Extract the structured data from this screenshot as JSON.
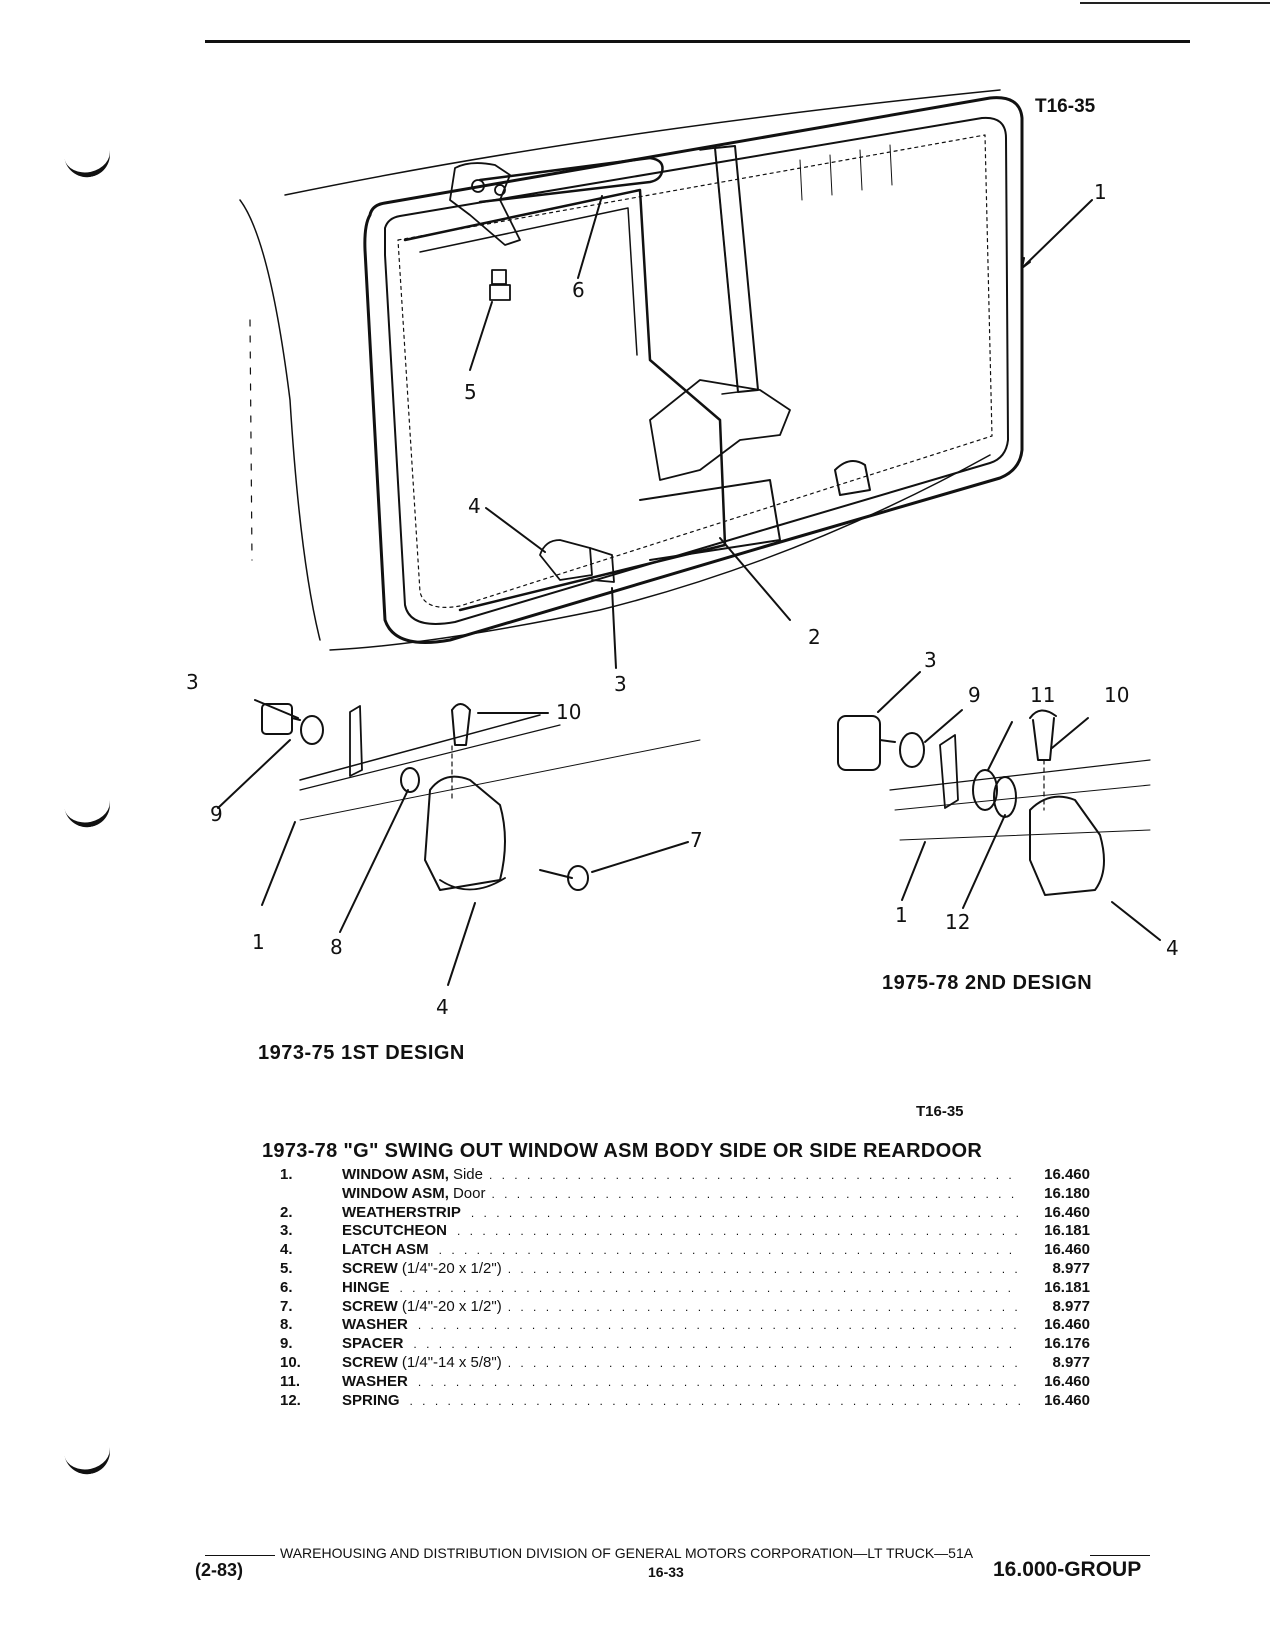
{
  "figure": {
    "ref_top": "T16-35",
    "callouts_main": [
      "1",
      "2",
      "3",
      "4",
      "5",
      "6"
    ],
    "callouts_first": [
      "1",
      "3",
      "4",
      "7",
      "8",
      "9",
      "10"
    ],
    "callouts_second": [
      "1",
      "3",
      "4",
      "9",
      "10",
      "11",
      "12"
    ],
    "design_first_label": "1973-75 1ST DESIGN",
    "design_second_label": "1975-78 2ND DESIGN"
  },
  "parts": {
    "ref": "T16-35",
    "title": "1973-78 \"G\" SWING OUT WINDOW ASM BODY SIDE OR SIDE REARDOOR",
    "items": [
      {
        "num": "1.",
        "name": "WINDOW ASM,",
        "detail": "Side",
        "group": "16.460"
      },
      {
        "num": "",
        "name": "WINDOW ASM,",
        "detail": "Door",
        "group": "16.180"
      },
      {
        "num": "2.",
        "name": "WEATHERSTRIP",
        "detail": "",
        "group": "16.460"
      },
      {
        "num": "3.",
        "name": "ESCUTCHEON",
        "detail": "",
        "group": "16.181"
      },
      {
        "num": "4.",
        "name": "LATCH ASM",
        "detail": "",
        "group": "16.460"
      },
      {
        "num": "5.",
        "name": "SCREW",
        "detail": "(1/4\"-20 x 1/2\")",
        "group": "8.977"
      },
      {
        "num": "6.",
        "name": "HINGE",
        "detail": "",
        "group": "16.181"
      },
      {
        "num": "7.",
        "name": "SCREW",
        "detail": "(1/4\"-20 x 1/2\")",
        "group": "8.977"
      },
      {
        "num": "8.",
        "name": "WASHER",
        "detail": "",
        "group": "16.460"
      },
      {
        "num": "9.",
        "name": "SPACER",
        "detail": "",
        "group": "16.176"
      },
      {
        "num": "10.",
        "name": "SCREW",
        "detail": "(1/4\"-14 x 5/8\")",
        "group": "8.977"
      },
      {
        "num": "11.",
        "name": "WASHER",
        "detail": "",
        "group": "16.460"
      },
      {
        "num": "12.",
        "name": "SPRING",
        "detail": "",
        "group": "16.460"
      }
    ]
  },
  "footer": {
    "line": "WAREHOUSING AND DISTRIBUTION DIVISION OF GENERAL MOTORS CORPORATION—LT TRUCK—51A",
    "date_code": "(2-83)",
    "page": "16-33",
    "group": "16.000-GROUP"
  }
}
